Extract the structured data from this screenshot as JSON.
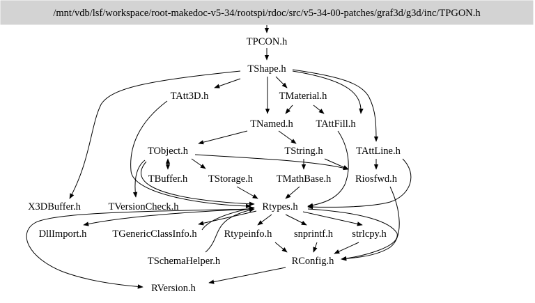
{
  "root": "/mnt/vdb/lsf/workspace/root-makedoc-v5-34/rootspi/rdoc/src/v5-34-00-patches/graf3d/g3d/inc/TPGON.h",
  "nodes": {
    "tpcon": "TPCON.h",
    "tshape": "TShape.h",
    "tatt3d": "TAtt3D.h",
    "tmaterial": "TMaterial.h",
    "tnamed": "TNamed.h",
    "tattfill": "TAttFill.h",
    "tobject": "TObject.h",
    "tstring": "TString.h",
    "tattline": "TAttLine.h",
    "tbuffer": "TBuffer.h",
    "tstorage": "TStorage.h",
    "tmathbase": "TMathBase.h",
    "riosfwd": "Riosfwd.h",
    "x3dbuffer": "X3DBuffer.h",
    "tversioncheck": "TVersionCheck.h",
    "rtypes": "Rtypes.h",
    "dllimport": "DllImport.h",
    "tgenericclassinfo": "TGenericClassInfo.h",
    "rtypeinfo": "Rtypeinfo.h",
    "snprintf": "snprintf.h",
    "strlcpy": "strlcpy.h",
    "tschemahelper": "TSchemaHelper.h",
    "rconfig": "RConfig.h",
    "rversion": "RVersion.h"
  }
}
